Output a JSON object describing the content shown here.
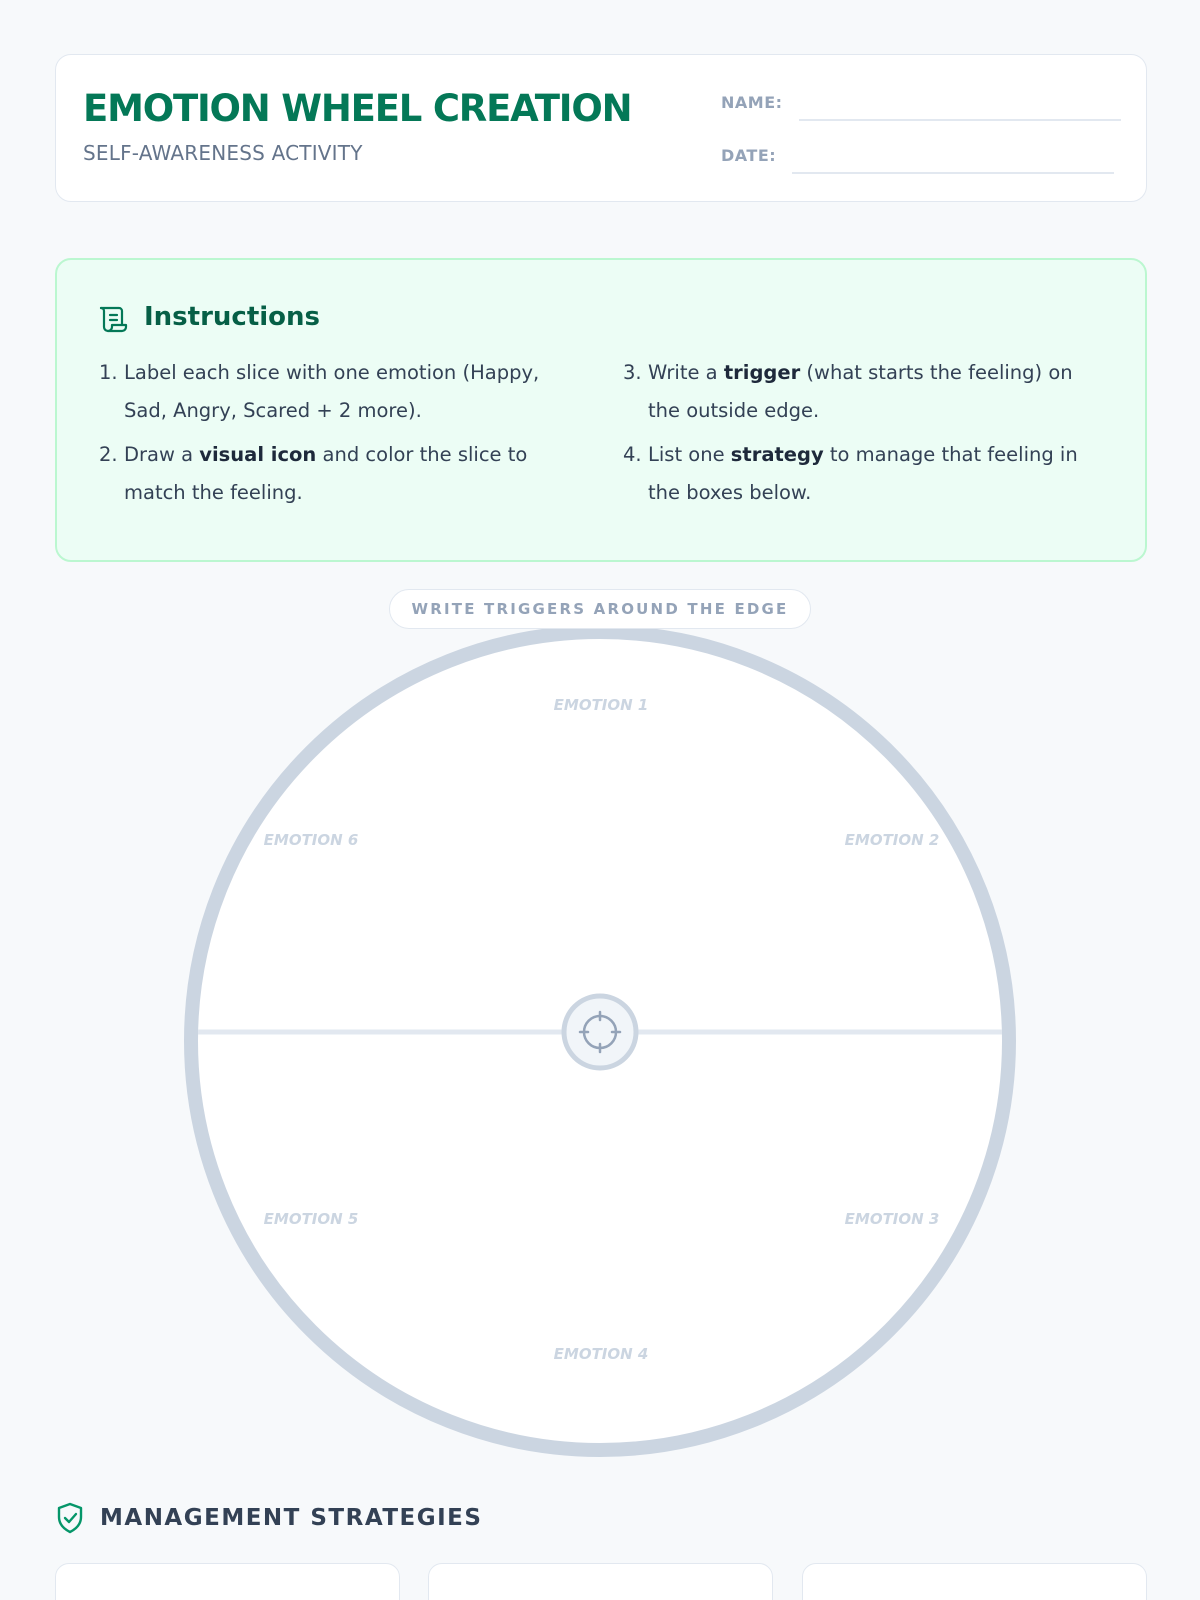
{
  "header": {
    "title": "EMOTION WHEEL CREATION",
    "subtitle": "SELF-AWARENESS ACTIVITY",
    "name_label": "NAME:",
    "date_label": "DATE:"
  },
  "instructions": {
    "title": "Instructions",
    "icon": "scroll-icon",
    "steps": [
      {
        "num": "1.",
        "text": "Label each slice with one emotion (Happy, Sad, Angry, Scared + 2 more)."
      },
      {
        "num": "2.",
        "pre": "Draw a ",
        "bold": "visual icon",
        "post": " and color the slice to match the feeling."
      },
      {
        "num": "3.",
        "pre": "Write a ",
        "bold": "trigger",
        "post": " (what starts the feeling) on the outside edge."
      },
      {
        "num": "4.",
        "pre": "List one ",
        "bold": "strategy",
        "post": " to manage that feeling in the boxes below."
      }
    ]
  },
  "wheel": {
    "edge_label": "WRITE TRIGGERS AROUND THE EDGE",
    "center_icon": "crosshair-icon",
    "emotions": [
      "EMOTION 1",
      "EMOTION 2",
      "EMOTION 3",
      "EMOTION 4",
      "EMOTION 5",
      "EMOTION 6"
    ]
  },
  "strategies": {
    "title": "MANAGEMENT STRATEGIES",
    "icon": "shield-check-icon"
  },
  "colors": {
    "accent": "#047857",
    "instructions_bg": "#ecfdf5",
    "wheel_border": "#cbd5e1"
  }
}
